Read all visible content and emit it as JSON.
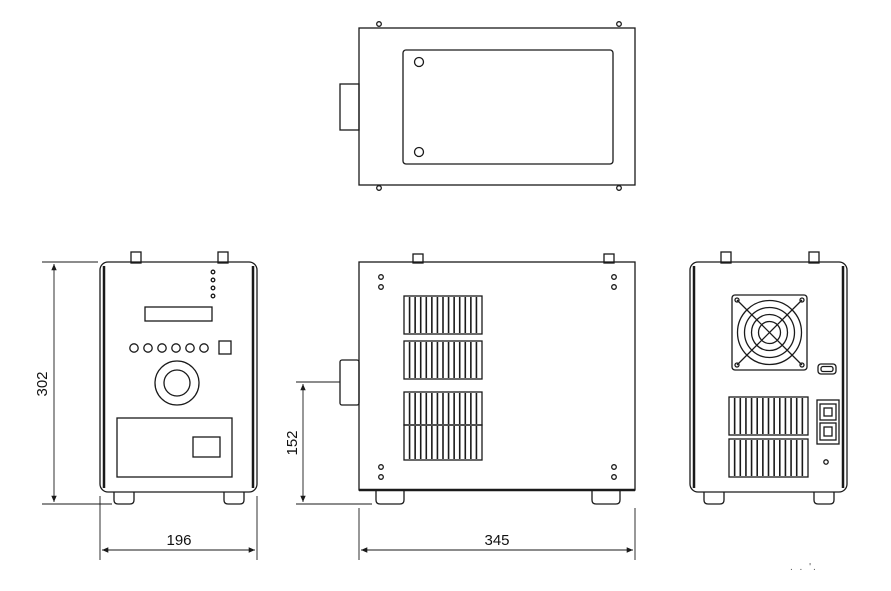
{
  "dimensions": {
    "height": "302",
    "front_width": "196",
    "side_length": "345",
    "lens_height": "152"
  },
  "unit_note": ". . '.",
  "colors": {
    "line": "#1a1a1a",
    "background": "#ffffff"
  }
}
